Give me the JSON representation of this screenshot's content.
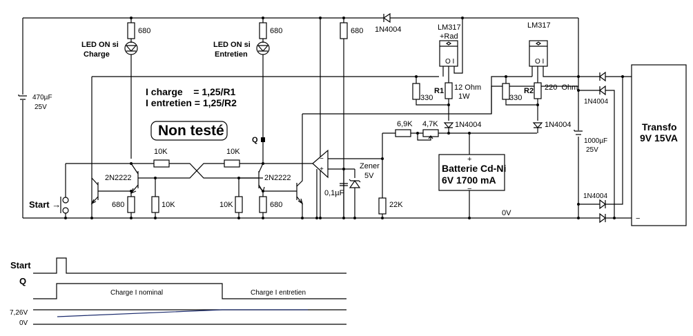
{
  "schematic": {
    "capacitor_470": {
      "value": "470µF",
      "voltage": "25V"
    },
    "led_charge": {
      "resistor": "680",
      "label_line1": "LED ON si",
      "label_line2": "Charge"
    },
    "led_entretien": {
      "resistor": "680",
      "label_line1": "LED ON si",
      "label_line2": "Entretien"
    },
    "resistor_top_680": "680",
    "diode_top": "1N4004",
    "formula_line1": "I charge    = 1,25/R1",
    "formula_line2": "I entretien = 1,25/R2",
    "status_badge": "Non testé",
    "q_label": "Q",
    "start_label": "Start →",
    "transistor_left": "2N2222",
    "transistor_right": "2N2222",
    "r_cross_left": "10K",
    "r_cross_right": "10K",
    "r_emitter_left": "680",
    "r_base_left": "10K",
    "r_base_right": "10K",
    "r_emitter_right": "680",
    "opamp_minus": "−",
    "opamp_plus": "+",
    "zener_label_line1": "Zener",
    "zener_label_line2": "5V",
    "cap_01": "0,1µF",
    "r_22k": "22K",
    "r_69k": "6,9K",
    "pot_47k": "4,7K",
    "lm317_1": {
      "name": "LM317",
      "sub": "+Rad",
      "pins": "O I"
    },
    "lm317_2": {
      "name": "LM317",
      "pins": "O I"
    },
    "r1": {
      "name": "R1",
      "value_line1": "12 Ohm",
      "value_line2": "1W",
      "side": "330"
    },
    "r2": {
      "name": "R2",
      "value": "220  Ohm",
      "side": "330"
    },
    "diode_r1": "1N4004",
    "diode_r2": "1N4004",
    "battery": {
      "plus": "+",
      "line1": "Batterie Cd-Ni",
      "line2": "6V 1700 mA",
      "minus": "−"
    },
    "ground_label": "0V",
    "bridge_diode_top": "1N4004",
    "bridge_diode_bottom": "1N4004",
    "capacitor_1000": {
      "value": "1000µF",
      "voltage": "25V"
    },
    "transformer": {
      "line1": "Transfo",
      "line2": "9V 15VA",
      "minus": "−"
    }
  },
  "timing": {
    "start_label": "Start",
    "q_label": "Q",
    "phase1": "Charge I nominal",
    "phase2": "Charge I entretien",
    "v_high": "7,26V",
    "v_low": "0V"
  }
}
